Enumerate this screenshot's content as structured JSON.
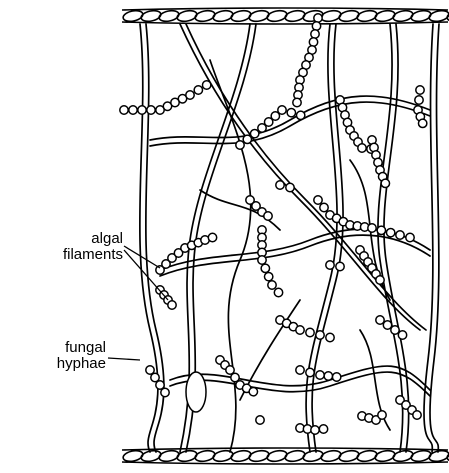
{
  "labels": {
    "algal": {
      "line1": "algal",
      "line2": "filaments"
    },
    "fungal": {
      "line1": "fungal",
      "line2": "hyphae"
    }
  },
  "colors": {
    "ink": "#000000",
    "background": "#ffffff"
  }
}
